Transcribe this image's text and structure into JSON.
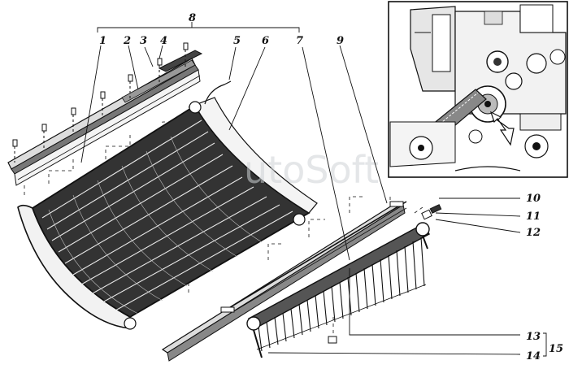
{
  "callouts": [
    "1",
    "2",
    "3",
    "4",
    "5",
    "6",
    "7",
    "8",
    "9",
    "10",
    "11",
    "12",
    "13",
    "14",
    "15"
  ],
  "watermark": "utoSoft",
  "colors": {
    "ink": "#111111",
    "paper": "#ffffff",
    "shade": "#555555",
    "watermark": "#cfd3d6"
  }
}
